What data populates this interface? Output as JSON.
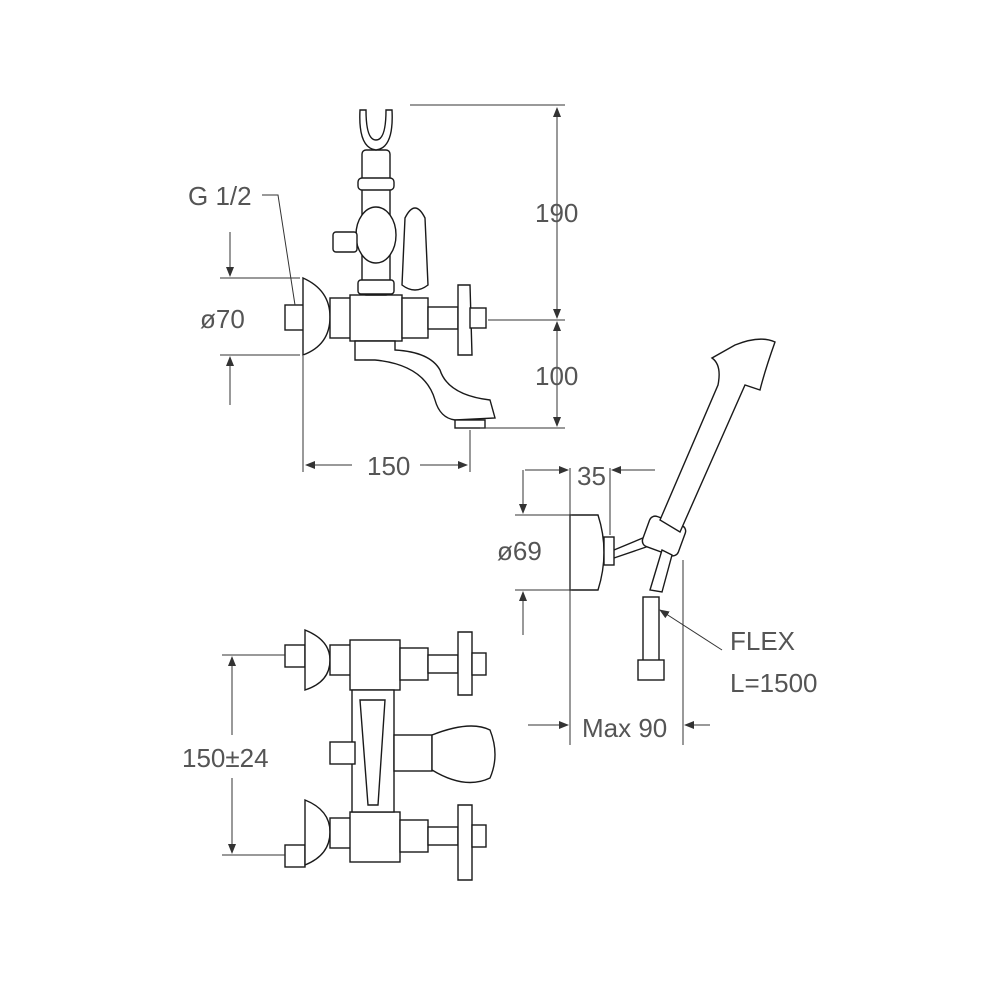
{
  "labels": {
    "thread": "G 1/2",
    "flange_diameter": "ø70",
    "height_above": "190",
    "height_below": "100",
    "spout_projection": "150",
    "bracket_offset": "35",
    "bracket_diameter": "ø69",
    "hose_name": "FLEX",
    "hose_length": "L=1500",
    "max_projection": "Max 90",
    "centres": "150±24"
  }
}
